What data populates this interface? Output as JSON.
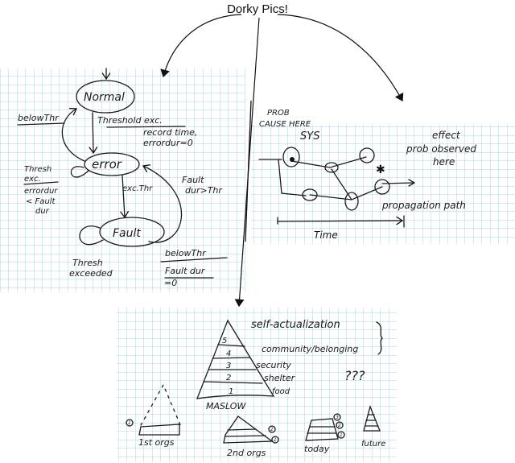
{
  "title": "Dorky Pics!",
  "colors": {
    "grid_line": "#a9d6e6",
    "ink": "#1a1a1a"
  },
  "state_diagram": {
    "states": [
      "Normal",
      "error",
      "Fault"
    ],
    "labels": {
      "below_thr_1": "belowThr",
      "threshold_exc": "Threshold exc.",
      "record_time": "record time,",
      "errordur_0": "errordur=0",
      "thresh": "Thresh",
      "exc": "exc.",
      "errordur": "errordur",
      "lt_fault": "< Fault",
      "dur": "dur",
      "exc_thr": "exc.Thr",
      "fault": "Fault",
      "dur_gt_thr": "dur>Thr",
      "thresh_2": "Thresh",
      "exceeded": "exceeded",
      "below_thr_2": "belowThr",
      "fault_dur": "Fault dur",
      "eq_0": "=0"
    }
  },
  "propagation_diagram": {
    "prob": "PROB",
    "cause_here": "CAUSE HERE",
    "sys": "SYS",
    "effect": "effect",
    "prob_observed": "prob observed",
    "here": "here",
    "propagation_path": "propagation path",
    "time": "Time"
  },
  "maslow_diagram": {
    "levels": [
      "1",
      "2",
      "3",
      "4",
      "5"
    ],
    "level_labels": [
      "food",
      "shelter",
      "security",
      "community/belonging",
      "self-actualization"
    ],
    "caption": "MASLOW",
    "question": "???",
    "stages": [
      "1st orgs",
      "2nd orgs",
      "today",
      "future"
    ],
    "stage_markers": {
      "first": "1",
      "second_a": "2",
      "second_b": "1",
      "today_a": "3",
      "today_b": "2",
      "today_c": "1"
    }
  }
}
